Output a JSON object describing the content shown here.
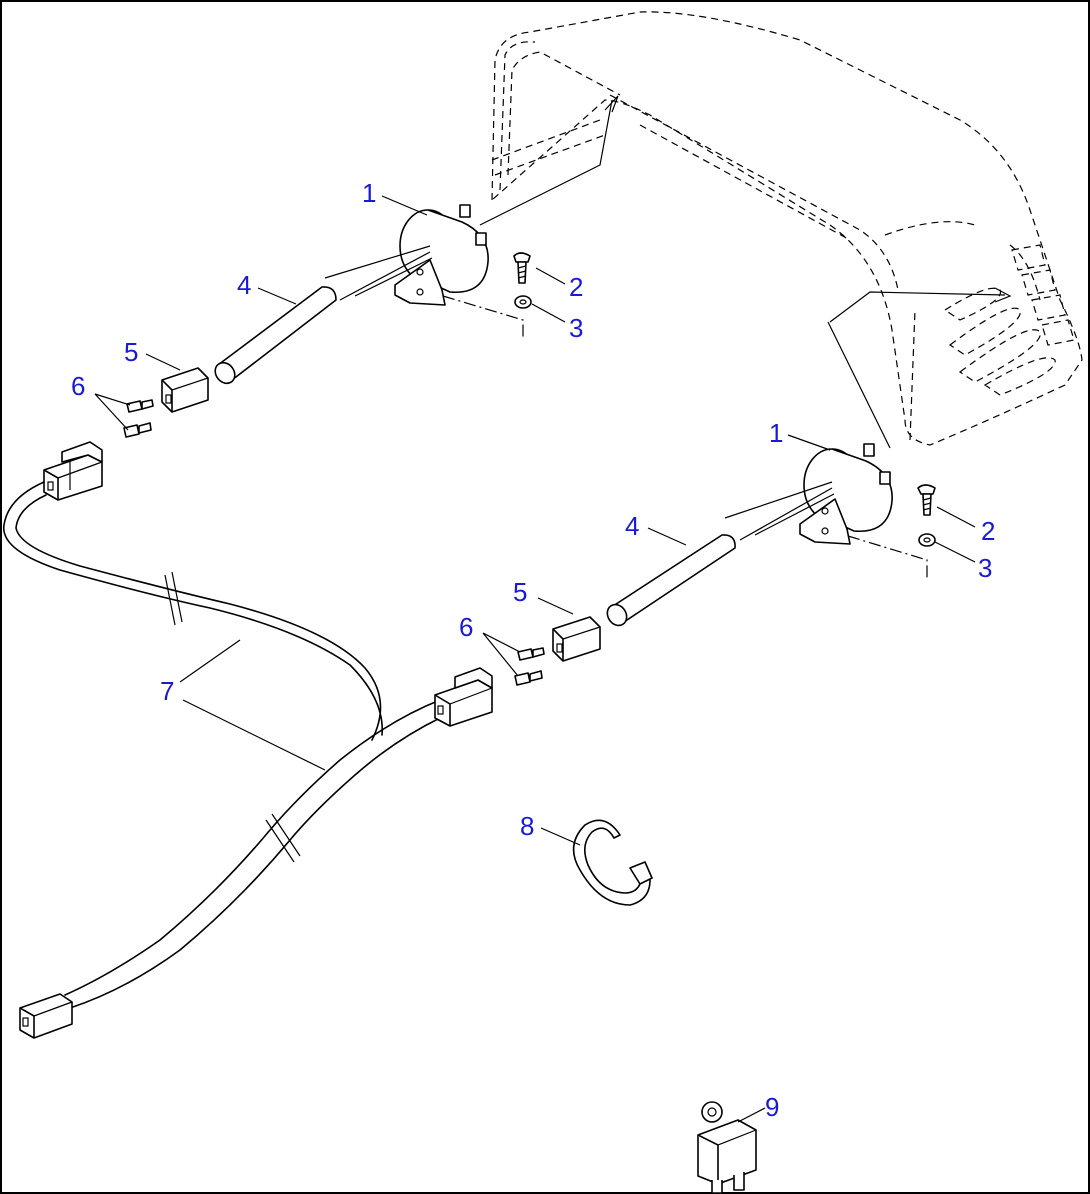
{
  "callouts": {
    "c1a": "1",
    "c1b": "1",
    "c2a": "2",
    "c2b": "2",
    "c3a": "3",
    "c3b": "3",
    "c4a": "4",
    "c4b": "4",
    "c5a": "5",
    "c5b": "5",
    "c6a": "6",
    "c6b": "6",
    "c7a": "7",
    "c7b": "7",
    "c8": "8",
    "c9": "9"
  },
  "colors": {
    "callout": "#1a1ad6",
    "line": "#000000",
    "background": "#ffffff"
  }
}
